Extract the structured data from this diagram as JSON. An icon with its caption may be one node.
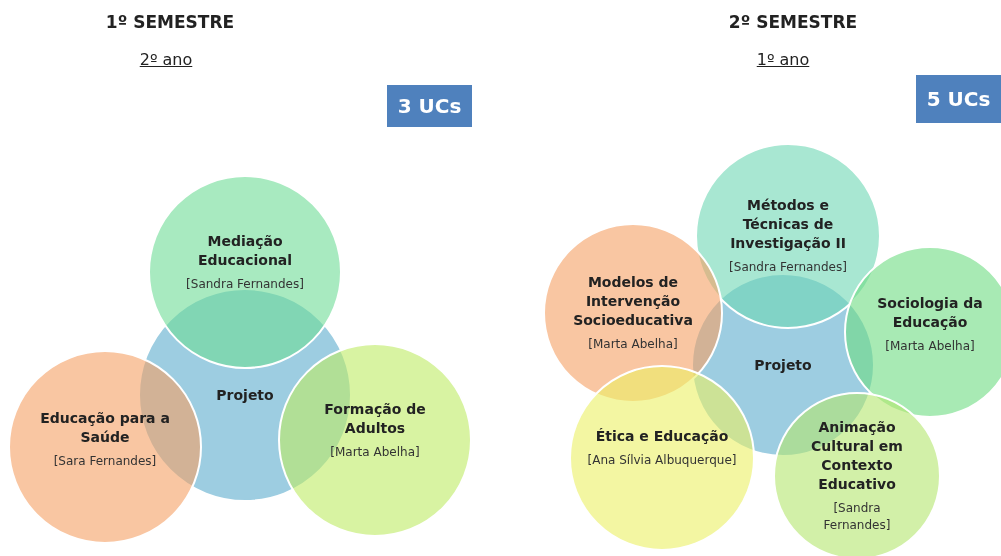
{
  "diagram": {
    "nodes": [
      {
        "text": [
          "3 UCs"
        ]
      },
      {
        "text": [
          "Projeto"
        ]
      },
      {
        "text": [
          "Mediação Educacional",
          "[Sandra Fernandes]"
        ]
      },
      {
        "text": [
          "Educação para a Saúde",
          "[Sara Fernandes]"
        ]
      },
      {
        "text": [
          "Formação de Adultos",
          "[Marta Abelha]"
        ]
      },
      {
        "text": [
          "5 UCs"
        ]
      },
      {
        "text": [
          "Projeto"
        ]
      },
      {
        "text": [
          "Métodos e Técnicas de Investigação II",
          "[Sandra Fernandes]"
        ]
      },
      {
        "text": [
          "Modelos de Intervenção Socioeducativa",
          "[Marta Abelha]"
        ]
      },
      {
        "text": [
          "Sociologia da Educação",
          "[Marta Abelha]"
        ]
      },
      {
        "text": [
          "Ética e Educação",
          "[Ana Sílvia Albuquerque]"
        ]
      },
      {
        "text": [
          "Animação Cultural em Contexto Educativo",
          "[Sandra Fernandes]"
        ]
      }
    ],
    "labels": [
      "1º SEMESTRE",
      "2º SEMESTRE",
      "2º ano",
      "1º ano"
    ]
  }
}
